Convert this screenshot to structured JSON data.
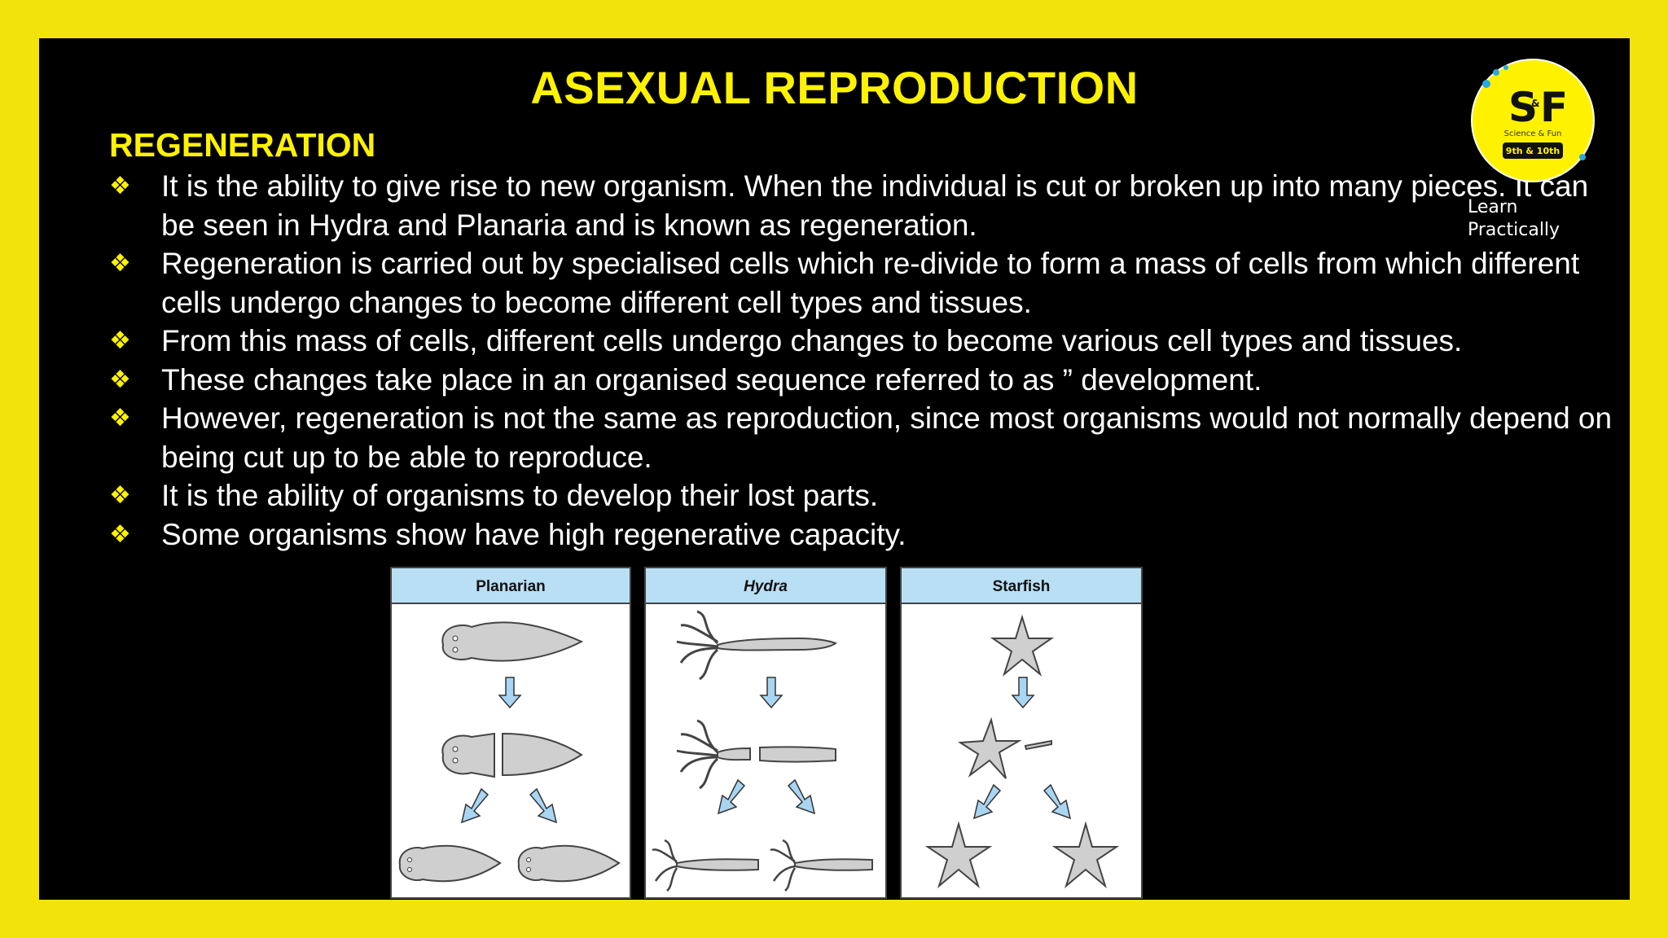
{
  "slide": {
    "title": "ASEXUAL REPRODUCTION",
    "subtitle": "REGENERATION",
    "bullet_marker": "❖",
    "bullets": [
      "It is the ability to give rise to new organism. When the individual is cut or broken up into many pieces. It can be seen in Hydra and Planaria and is known as regeneration.",
      "Regeneration is carried out by specialised cells which re-divide to form a mass of cells from which different cells undergo changes to become different cell types and tissues.",
      "From this mass of cells, different cells undergo changes to become various cell types and tissues.",
      "These changes take place in an organised sequence referred to as ” development.",
      "However, regeneration is not the same as reproduction, since most organisms would not normally depend on being cut up to be able to reproduce.",
      "It is the ability of organisms to develop their lost parts.",
      "Some organisms show have high regenerative capacity."
    ]
  },
  "logo": {
    "letters": "S&F",
    "left_letter": "S",
    "amp": "&",
    "right_letter": "F",
    "line1": "Science & Fun",
    "badge": "9th & 10th",
    "tagline_line1": "Learn",
    "tagline_line2": "Practically"
  },
  "figure": {
    "panels": [
      {
        "label": "Planarian"
      },
      {
        "label": "Hydra"
      },
      {
        "label": "Starfish"
      }
    ]
  },
  "colors": {
    "frame_yellow": "#f2e30c",
    "accent_yellow": "#fff200",
    "panel_header": "#b9dff5",
    "arrow_fill": "#a9d5f2"
  }
}
